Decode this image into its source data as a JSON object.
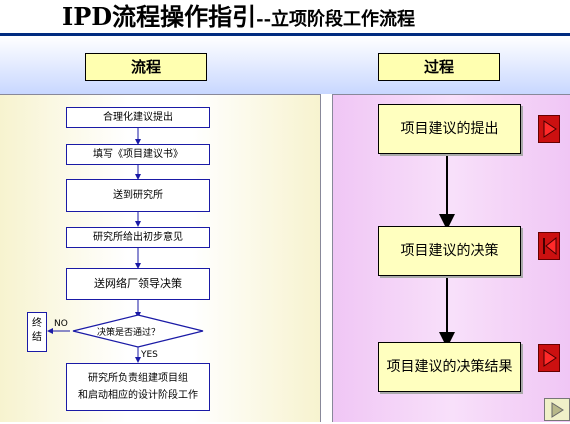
{
  "title": {
    "main": "IPD流程操作指引",
    "sub": "--立项阶段工作流程"
  },
  "headers": {
    "left": "流程",
    "right": "过程"
  },
  "flow": {
    "steps": [
      "合理化建议提出",
      "填写《项目建议书》",
      "送到研究所",
      "研究所给出初步意见",
      "送网络厂领导决策"
    ],
    "decision": "决策是否通过？",
    "end_line1": "终",
    "end_line2": "结",
    "no_label": "NO",
    "yes_label": "YES",
    "final_line1": "研究所负责组建项目组",
    "final_line2": "和启动相应的设计阶段工作"
  },
  "process": {
    "items": [
      "项目建议的提出",
      "项目建议的决策",
      "项目建议的决策结果"
    ]
  },
  "colors": {
    "title_line": "#002b80",
    "box_border": "#1a1aa6",
    "process_fill": "#ffffbf",
    "play_red": "#cc1010"
  }
}
